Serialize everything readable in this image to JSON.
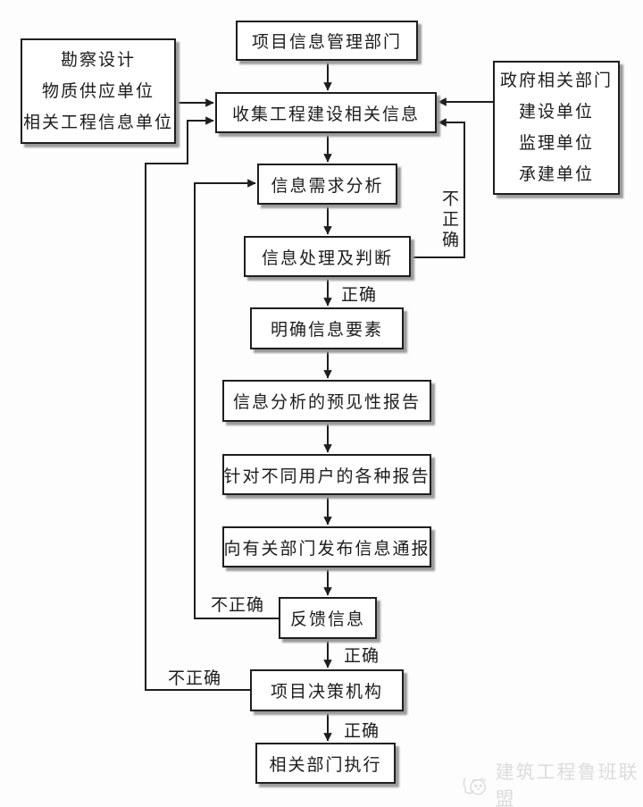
{
  "diagram": {
    "nodes": {
      "src_left": {
        "lines": [
          "勘察设计",
          "物质供应单位",
          "相关工程信息单位"
        ]
      },
      "info_dept": {
        "label": "项目信息管理部门"
      },
      "src_right": {
        "lines": [
          "政府相关部门",
          "建设单位",
          "监理单位",
          "承建单位"
        ]
      },
      "collect": {
        "label": "收集工程建设相关信息"
      },
      "demand": {
        "label": "信息需求分析"
      },
      "process": {
        "label": "信息处理及判断"
      },
      "clarify": {
        "label": "明确信息要素"
      },
      "forecast": {
        "label": "信息分析的预见性报告"
      },
      "reports": {
        "label": "针对不同用户的各种报告"
      },
      "notify": {
        "label": "向有关部门发布信息通报"
      },
      "feedback": {
        "label": "反馈信息"
      },
      "decision": {
        "label": "项目决策机构"
      },
      "execute": {
        "label": "相关部门执行"
      }
    },
    "edge_labels": {
      "process_correct": "正确",
      "process_incorrect": "不正确",
      "feedback_correct": "正确",
      "feedback_incorrect": "不正确",
      "decision_correct": "正确",
      "decision_incorrect": "不正确"
    },
    "watermark": {
      "text": "建筑工程鲁班联盟"
    },
    "colors": {
      "background": "#fdfdfd",
      "line": "#1e1e1e",
      "box_border": "#1e1e1e",
      "box_fill": "#ffffff",
      "box_shadow": "#9b9b9b",
      "watermark": "#dcdcdc"
    }
  }
}
